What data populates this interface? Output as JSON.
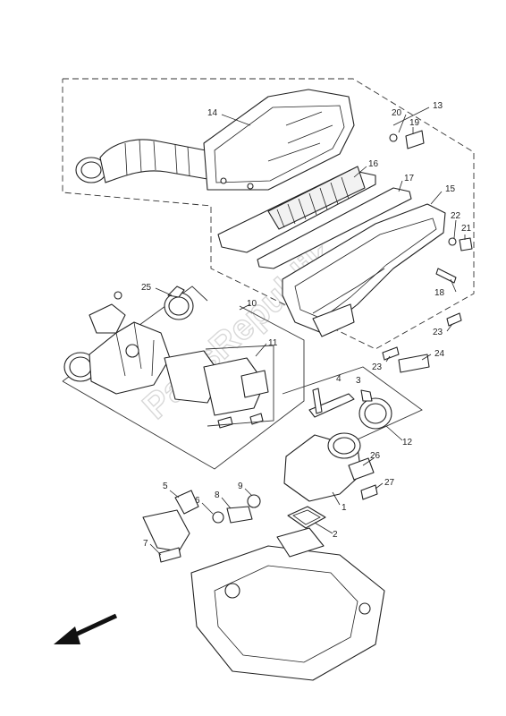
{
  "watermark": "PartsRepublik",
  "callouts": {
    "n1": "1",
    "n2": "2",
    "n3": "3",
    "n4": "4",
    "n5": "5",
    "n6": "6",
    "n7": "7",
    "n8": "8",
    "n9": "9",
    "n10": "10",
    "n11": "11",
    "n12": "12",
    "n13": "13",
    "n14": "14",
    "n15": "15",
    "n16": "16",
    "n17": "17",
    "n18": "18",
    "n19": "19",
    "n20": "20",
    "n21": "21",
    "n22": "22",
    "n23a": "23",
    "n23b": "23",
    "n24": "24",
    "n25": "25",
    "n26": "26",
    "n27": "27"
  },
  "icons": {
    "direction_arrow": "arrow-down-left-icon"
  }
}
